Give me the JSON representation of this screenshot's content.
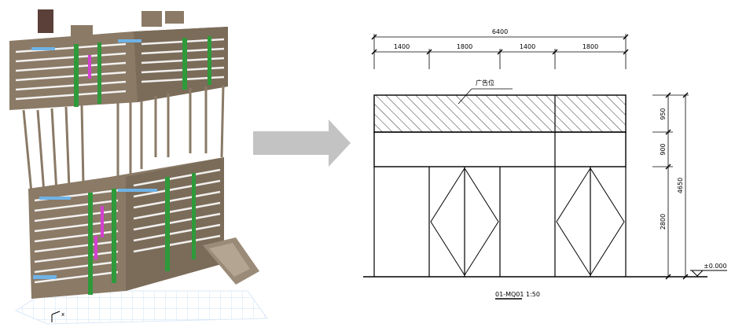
{
  "dimensions": {
    "total": "6400",
    "segments": [
      "1400",
      "1800",
      "1400",
      "1800"
    ],
    "heights": [
      "950",
      "900",
      "2800"
    ],
    "total_height": "4650"
  },
  "labels": {
    "ad_position": "广告位",
    "elevation": "±0.000",
    "drawing_caption": "01-MQ01 1:50"
  },
  "model": {
    "axis_label": "x"
  },
  "colors": {
    "arrow": "#c3c3c3",
    "line": "#000000",
    "building_brown": "#8a7a66",
    "building_green": "#2e9a3a",
    "building_blue": "#6fb3e6",
    "building_magenta": "#d43fd2",
    "ground_grid": "#cfe3f7"
  },
  "icons": [
    "arrow-right-icon",
    "elevation-marker-icon"
  ]
}
